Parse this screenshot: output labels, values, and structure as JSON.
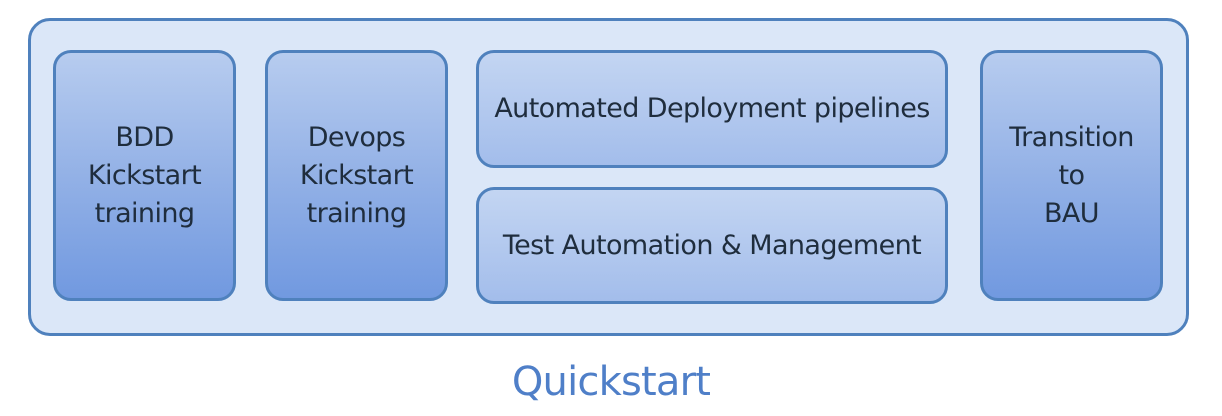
{
  "blocks": [
    {
      "lines": [
        "BDD",
        "Kickstart",
        "training"
      ]
    },
    {
      "lines": [
        "Devops",
        "Kickstart",
        "training"
      ]
    },
    {
      "lines": [
        "Automated Deployment pipelines"
      ]
    },
    {
      "lines": [
        "Test Automation & Management"
      ]
    },
    {
      "lines": [
        "Transition",
        "to",
        "BAU"
      ]
    }
  ],
  "caption": "Quickstart",
  "colors": {
    "border": "#4f81bd",
    "container_fill": "#dbe7f8",
    "box_gradient_top": "#b7ccef",
    "box_gradient_bottom": "#7199e0",
    "caption_text": "#4f7fc8",
    "box_text": "#1f2d3d"
  }
}
